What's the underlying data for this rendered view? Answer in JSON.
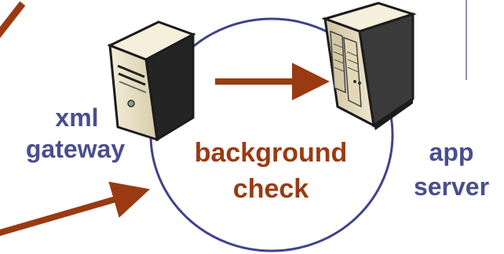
{
  "colors": {
    "label_blue": "#4a4e8f",
    "label_rust": "#9a3a12",
    "arrow": "#9a3a12",
    "circle": "#40438a",
    "server_body": "#e8e0c4",
    "server_dark": "#1c1c1c"
  },
  "nodes": {
    "xml_gateway": {
      "icon": "tower-server-icon",
      "label_line1": "xml",
      "label_line2": "gateway"
    },
    "app_server": {
      "icon": "rack-server-icon",
      "label_line1": "app",
      "label_line2": "server"
    }
  },
  "process": {
    "label_line1": "background",
    "label_line2": "check"
  }
}
